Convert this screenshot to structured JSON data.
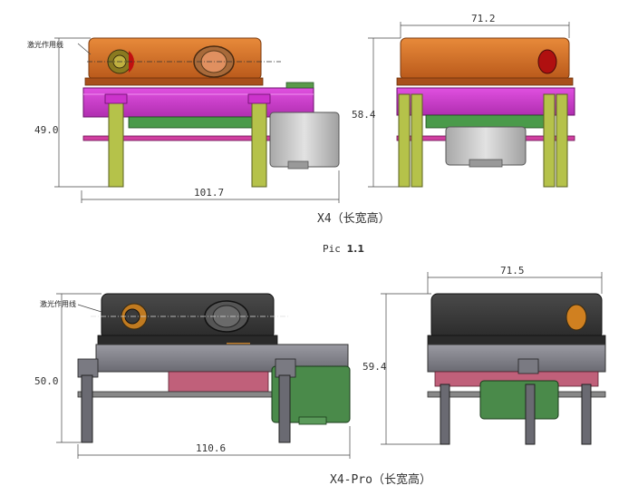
{
  "figure1": {
    "laser_label": "激光作用线",
    "dims": {
      "height": "49.0",
      "width_side": "101.7",
      "width_front": "71.2",
      "height_front": "58.4"
    },
    "caption": "X4（长宽高）"
  },
  "pic_label": {
    "prefix": "Pic ",
    "number": "1.1"
  },
  "figure2": {
    "laser_label": "激光作用线",
    "dims": {
      "height": "50.0",
      "width_side": "110.6",
      "width_front": "71.5",
      "height_front": "59.4"
    },
    "caption": "X4-Pro（长宽高）"
  },
  "colors": {
    "x4_top": "#d46a1e",
    "x4_base": "#cc33cc",
    "pillar": "#b5c24a",
    "board": "#4a9a4a",
    "motor": "#c8c8c8",
    "pro_top": "#3d3d3d",
    "pro_base": "#7a7a82",
    "pro_pink": "#c0607a"
  }
}
